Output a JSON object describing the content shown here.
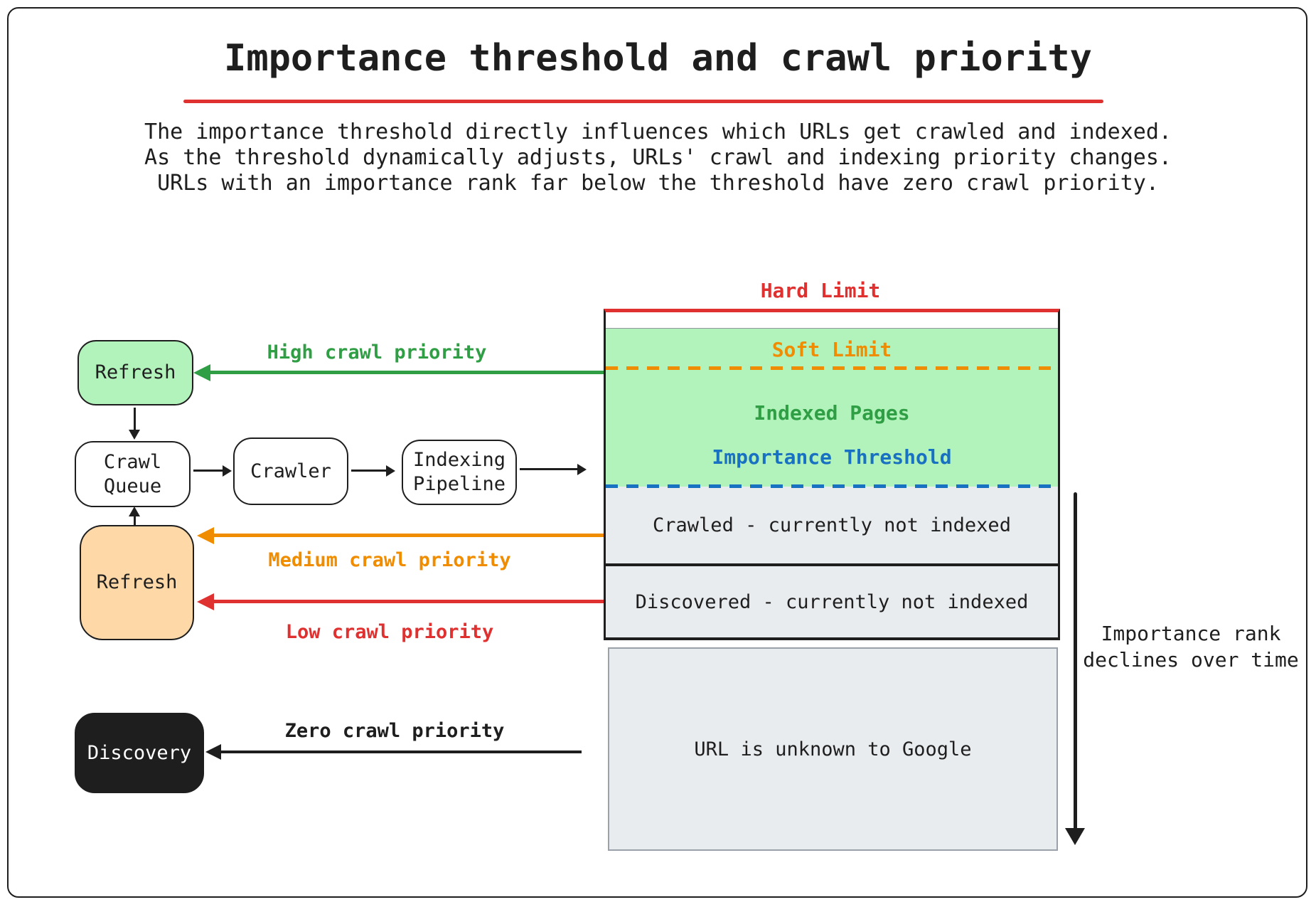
{
  "title": "Importance threshold and crawl priority",
  "description": {
    "line1": "The importance threshold directly influences which URLs get crawled and indexed.",
    "line2": "As the threshold dynamically adjusts, URLs' crawl and indexing priority changes.",
    "line3": "URLs with an importance rank far below the threshold have zero crawl priority."
  },
  "flow": {
    "refresh_high_label": "Refresh",
    "crawl_queue_label": "Crawl Queue",
    "crawler_label": "Crawler",
    "indexing_pipeline_label": "Indexing Pipeline",
    "refresh_medium_label": "Refresh",
    "discovery_label": "Discovery"
  },
  "priority_labels": {
    "high": "High crawl priority",
    "medium": "Medium crawl priority",
    "low": "Low crawl priority",
    "zero": "Zero crawl priority"
  },
  "stack": {
    "hard_limit": "Hard Limit",
    "soft_limit": "Soft Limit",
    "indexed_pages": "Indexed Pages",
    "importance_threshold": "Importance Threshold",
    "crawled": "Crawled - currently not indexed",
    "discovered": "Discovered - currently not indexed",
    "url_unknown": "URL is unknown to Google"
  },
  "annotation": {
    "decline_line1": "Importance rank",
    "decline_line2": "declines over time"
  },
  "colors": {
    "ink": "#1e1e1e",
    "red": "#e03131",
    "green": "#2f9e44",
    "green_fill": "#b2f2bb",
    "orange": "#f08c00",
    "orange_fill": "#ffd8a8",
    "blue": "#1971c2",
    "gray_fill": "#e9ecef",
    "gray_border": "#9aa1a9"
  }
}
